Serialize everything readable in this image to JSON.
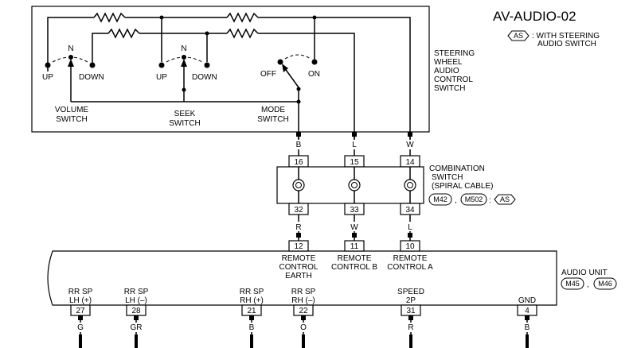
{
  "title": "AV-AUDIO-02",
  "legend": {
    "tag": "AS",
    "line1": ": WITH STEERING",
    "line2": "AUDIO SWITCH"
  },
  "steering_switch": {
    "name_lines": [
      "STEERING",
      "WHEEL",
      "AUDIO",
      "CONTROL",
      "SWITCH"
    ],
    "volume": {
      "neutral": "N",
      "up": "UP",
      "down": "DOWN",
      "name_lines": [
        "VOLUME",
        "SWITCH"
      ]
    },
    "seek": {
      "neutral": "N",
      "up": "UP",
      "down": "DOWN",
      "name_lines": [
        "SEEK",
        "SWITCH"
      ]
    },
    "mode": {
      "off": "OFF",
      "on": "ON",
      "name_lines": [
        "MODE",
        "SWITCH"
      ]
    }
  },
  "combination_switch": {
    "name_lines": [
      "COMBINATION",
      "SWITCH",
      "(SPIRAL CABLE)"
    ],
    "connector_a": "M42",
    "connector_b": "M502",
    "separator": ",",
    "colon": ":",
    "tag": "AS",
    "top_pins": [
      "16",
      "15",
      "14"
    ],
    "bottom_pins": [
      "32",
      "33",
      "34"
    ]
  },
  "upper_wire_colors": [
    "B",
    "L",
    "W"
  ],
  "middle_wire_colors": [
    "R",
    "W",
    "L"
  ],
  "audio_unit": {
    "name": "AUDIO UNIT",
    "connector_a": "M45",
    "connector_b": "M46",
    "separator": ",",
    "remote_pins": [
      {
        "pin": "12",
        "label_lines": [
          "REMOTE",
          "CONTROL",
          "EARTH"
        ]
      },
      {
        "pin": "11",
        "label_lines": [
          "REMOTE",
          "CONTROL B"
        ]
      },
      {
        "pin": "10",
        "label_lines": [
          "REMOTE",
          "CONTROL A"
        ]
      }
    ],
    "bottom_pins": [
      {
        "pin": "27",
        "label_lines": [
          "RR SP",
          "LH (+)"
        ],
        "color": "G"
      },
      {
        "pin": "28",
        "label_lines": [
          "RR SP",
          "LH (–)"
        ],
        "color": "GR"
      },
      {
        "pin": "21",
        "label_lines": [
          "RR SP",
          "RH (+)"
        ],
        "color": "B"
      },
      {
        "pin": "22",
        "label_lines": [
          "RR SP",
          "RH (–)"
        ],
        "color": "O"
      },
      {
        "pin": "31",
        "label_lines": [
          "SPEED",
          "2P"
        ],
        "color": "R"
      },
      {
        "pin": "4",
        "label_lines": [
          "GND"
        ],
        "color": "B"
      }
    ]
  }
}
